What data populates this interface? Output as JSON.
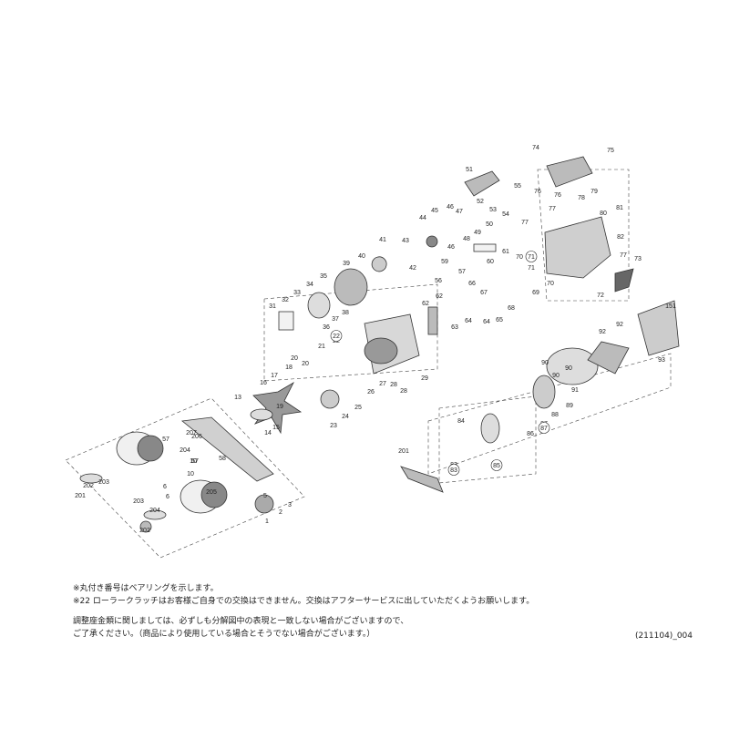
{
  "notes": {
    "line1": "※丸付き番号はベアリングを示します。",
    "line2": "※22 ローラークラッチはお客様ご自身での交換はできません。交換はアフターサービスに出していただくようお願いします。",
    "line3": "調整座金類に関しましては、必ずしも分解図中の表現と一致しない場合がございますので、",
    "line4": "ご了承ください。（商品により使用している場合とそうでない場合がございます。）"
  },
  "doc_code": "(211104)_004",
  "part_labels": [
    "1",
    "2",
    "3",
    "5",
    "6",
    "6",
    "10",
    "10",
    "13",
    "14",
    "15",
    "16",
    "17",
    "18",
    "19",
    "20",
    "20",
    "21",
    "22",
    "23",
    "24",
    "25",
    "26",
    "27",
    "28",
    "28",
    "29",
    "31",
    "32",
    "33",
    "34",
    "35",
    "36",
    "37",
    "38",
    "39",
    "40",
    "41",
    "42",
    "43",
    "44",
    "45",
    "46",
    "46",
    "47",
    "48",
    "49",
    "50",
    "51",
    "52",
    "53",
    "54",
    "55",
    "56",
    "57",
    "57",
    "57",
    "58",
    "59",
    "60",
    "61",
    "62",
    "62",
    "63",
    "64",
    "64",
    "65",
    "66",
    "67",
    "68",
    "69",
    "70",
    "70",
    "71",
    "72",
    "73",
    "74",
    "75",
    "76",
    "76",
    "77",
    "77",
    "77",
    "78",
    "79",
    "80",
    "81",
    "82",
    "83",
    "84",
    "85",
    "86",
    "87",
    "88",
    "89",
    "90",
    "90",
    "90",
    "91",
    "92",
    "92",
    "93",
    "151",
    "201",
    "201",
    "202",
    "202",
    "203",
    "203",
    "204",
    "204",
    "205",
    "206",
    "207"
  ],
  "bearing_labels": [
    "22",
    "71",
    "83",
    "85",
    "87"
  ]
}
